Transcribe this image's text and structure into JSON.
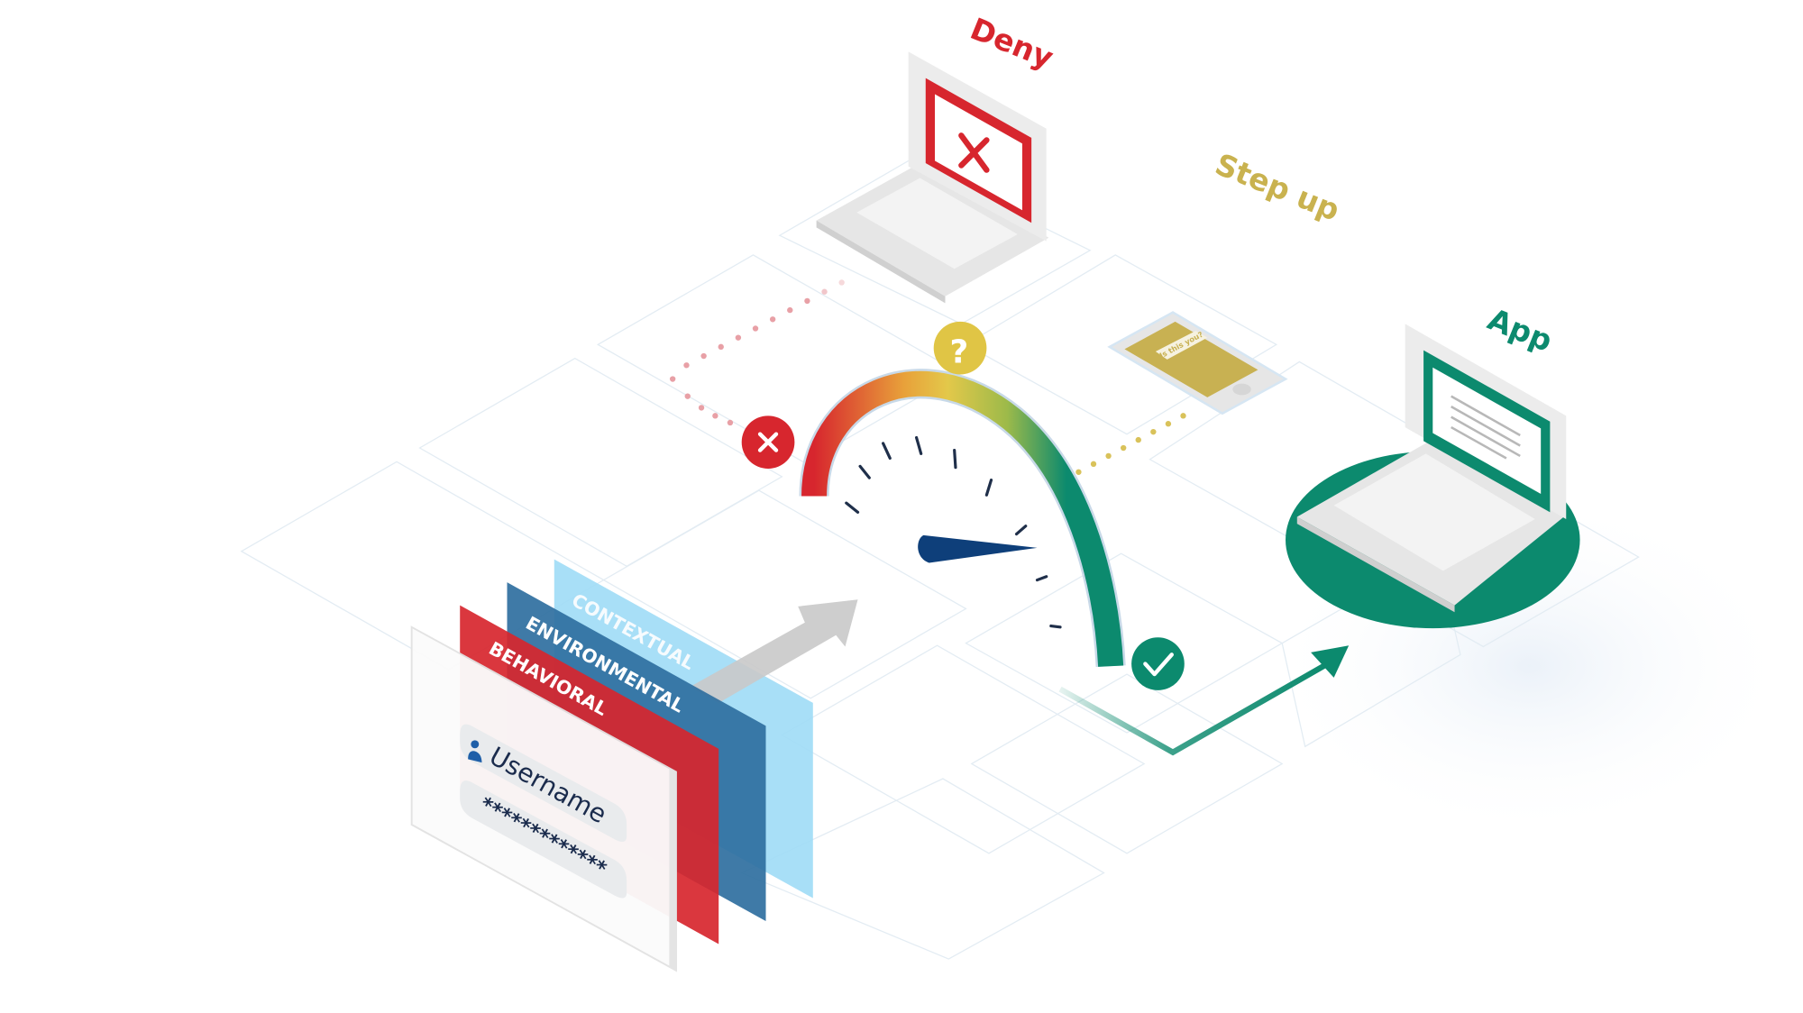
{
  "labels": {
    "deny": "Deny",
    "step_up": "Step up",
    "app": "App"
  },
  "phone": {
    "prompt": "Is this you?"
  },
  "layers": [
    {
      "label": "CONTEXTUAL",
      "color": "#9fdcf6"
    },
    {
      "label": "ENVIRONMENTAL",
      "color": "#2f6f9f"
    },
    {
      "label": "BEHAVIORAL",
      "color": "#d7262e"
    }
  ],
  "login": {
    "username": "Username",
    "password": "*************"
  },
  "colors": {
    "deny": "#d7262e",
    "step_up": "#c9b24f",
    "app": "#0c8a6e",
    "needle": "#0e3f7a"
  }
}
